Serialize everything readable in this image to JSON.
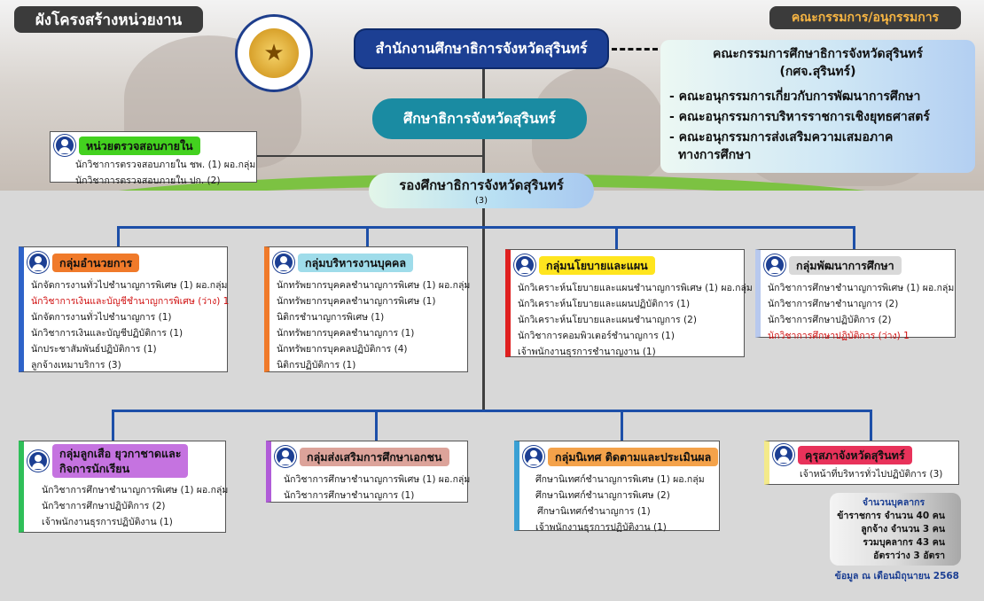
{
  "header": {
    "title": "ผังโครงสร้างหน่วยงาน",
    "committee_label": "คณะกรรมการ/อนุกรรมการ"
  },
  "org": {
    "office": "สำนักงานศึกษาธิการจังหวัดสุรินทร์",
    "director": "ศึกษาธิการจังหวัดสุรินทร์",
    "deputy": "รองศึกษาธิการจังหวัดสุรินทร์",
    "deputy_count": "(3)"
  },
  "committee": {
    "title": "คณะกรรมการศึกษาธิการจังหวัดสุรินทร์",
    "abbr": "(กศจ.สุรินทร์)",
    "items": [
      "- คณะอนุกรรมการเกี่ยวกับการพัฒนาการศึกษา",
      "- คณะอนุกรรมการบริหารราชการเชิงยุทธศาสตร์",
      "- คณะอนุกรรมการส่งเสริมความเสมอภาค",
      "ทางการศึกษา"
    ]
  },
  "audit": {
    "title": "หน่วยตรวจสอบภายใน",
    "rows": [
      "นักวิชาการตรวจสอบภายใน ชพ. (1) ผอ.กลุ่ม",
      "นักวิชาการตรวจสอบภายใน ปก. (2)"
    ]
  },
  "groups": [
    {
      "title": "กลุ่มอำนวยการ",
      "rows": [
        "นักจัดการงานทั่วไปชำนาญการพิเศษ (1) ผอ.กลุ่ม",
        "นักวิชาการเงินและบัญชีชำนาญการพิเศษ (ว่าง) 1",
        "นักจัดการงานทั่วไปชำนาญการ (1)",
        "นักวิชาการเงินและบัญชีปฏิบัติการ (1)",
        "นักประชาสัมพันธ์ปฏิบัติการ (1)",
        "ลูกจ้างเหมาบริการ (3)"
      ]
    },
    {
      "title": "กลุ่มบริหารงานบุคคล",
      "rows": [
        "นักทรัพยากรบุคคลชำนาญการพิเศษ (1) ผอ.กลุ่ม",
        "นักทรัพยากรบุคคลชำนาญการพิเศษ (1)",
        "นิติกรชำนาญการพิเศษ (1)",
        "นักทรัพยากรบุคคลชำนาญการ (1)",
        "นักทรัพยากรบุคคลปฏิบัติการ (4)",
        "นิติกรปฏิบัติการ (1)"
      ]
    },
    {
      "title": "กลุ่มนโยบายและแผน",
      "rows": [
        "นักวิเคราะห์นโยบายและแผนชำนาญการพิเศษ (1) ผอ.กลุ่ม",
        "นักวิเคราะห์นโยบายและแผนปฏิบัติการ (1)",
        "นักวิเคราะห์นโยบายและแผนชำนาญการ (2)",
        "นักวิชาการคอมพิวเตอร์ชำนาญการ (1)",
        "เจ้าพนักงานธุรการชำนาญงาน (1)"
      ]
    },
    {
      "title": "กลุ่มพัฒนาการศึกษา",
      "rows": [
        "นักวิชาการศึกษาชำนาญการพิเศษ (1) ผอ.กลุ่ม",
        "นักวิชาการศึกษาชำนาญการ (2)",
        "นักวิชาการศึกษาปฏิบัติการ (2)",
        "นักวิชาการศึกษาปฏิบัติการ (ว่าง)  1"
      ]
    },
    {
      "title_line1": "กลุ่มลูกเสือ ยุวกาชาดและ",
      "title_line2": "กิจการนักเรียน",
      "rows": [
        "นักวิชาการศึกษาชำนาญการพิเศษ (1) ผอ.กลุ่ม",
        "นักวิชาการศึกษาปฏิบัติการ (2)",
        "เจ้าพนักงานธุรการปฏิบัติงาน (1)"
      ]
    },
    {
      "title": "กลุ่มส่งเสริมการศึกษาเอกชน",
      "rows": [
        "นักวิชาการศึกษาชำนาญการพิเศษ (1) ผอ.กลุ่ม",
        "นักวิชาการศึกษาชำนาญการ (1)"
      ]
    },
    {
      "title": "กลุ่มนิเทศ ติดตามและประเมินผล",
      "rows": [
        "ศึกษานิเทศก์ชำนาญการพิเศษ (1) ผอ.กลุ่ม",
        "ศึกษานิเทศก์ชำนาญการพิเศษ (2)",
        "ศึกษานิเทศก์ชำนาญการ (1)",
        "เจ้าพนักงานธุรการปฏิบัติงาน (1)"
      ]
    },
    {
      "title": "คุรุสภาจังหวัดสุรินทร์",
      "rows": [
        "เจ้าหน้าที่บริหารทั่วไปปฏิบัติการ (3)"
      ]
    }
  ],
  "staff": {
    "title": "จำนวนบุคลากร",
    "lines": [
      "ข้าราชการ จำนวน 40 คน",
      "ลูกจ้าง จำนวน 3 คน",
      "รวมบุคลากร 43 คน",
      "อัตราว่าง 3 อัตรา"
    ],
    "note": "ข้อมูล ณ เดือนมิถุนายน 2568"
  },
  "colors": {
    "office": "#1c3f93",
    "director": "#1a8ba2",
    "connector": "#1d4fa8",
    "audit_tag": "#43d11f",
    "g1_tag": "#f07a2a",
    "g2_tag": "#9fdcea",
    "g3_tag": "#ffe51e",
    "g4_tag": "#d9d9d9",
    "g5_tag": "#c573e0",
    "g6_tag": "#dca39a",
    "g7_tag": "#f4a24a",
    "g8_tag": "#e8325a"
  }
}
